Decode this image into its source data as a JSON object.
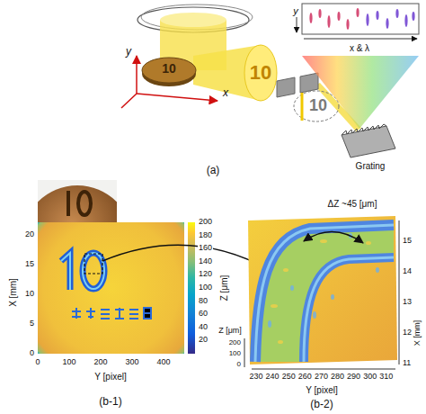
{
  "diagram": {
    "labels": [
      "(a)",
      "y",
      "x",
      "10",
      "10",
      "10",
      "y",
      "x & λ",
      "Grating",
      "0",
      "5",
      "10",
      "15",
      "20",
      "X [mm]",
      "0",
      "100",
      "200",
      "300",
      "400",
      "Y [pixel]",
      "200",
      "180",
      "160",
      "140",
      "120",
      "100",
      "80",
      "60",
      "40",
      "20",
      "Z [μm]",
      "(b-1)",
      "ΔZ ~45 [μm]",
      "Z [μm]",
      "200",
      "100",
      "0",
      "230",
      "240",
      "250",
      "260",
      "270",
      "280",
      "290",
      "300",
      "310",
      "Y [pixel]",
      "15",
      "14",
      "13",
      "12",
      "11",
      "X [mm]",
      "(b-2)"
    ]
  }
}
